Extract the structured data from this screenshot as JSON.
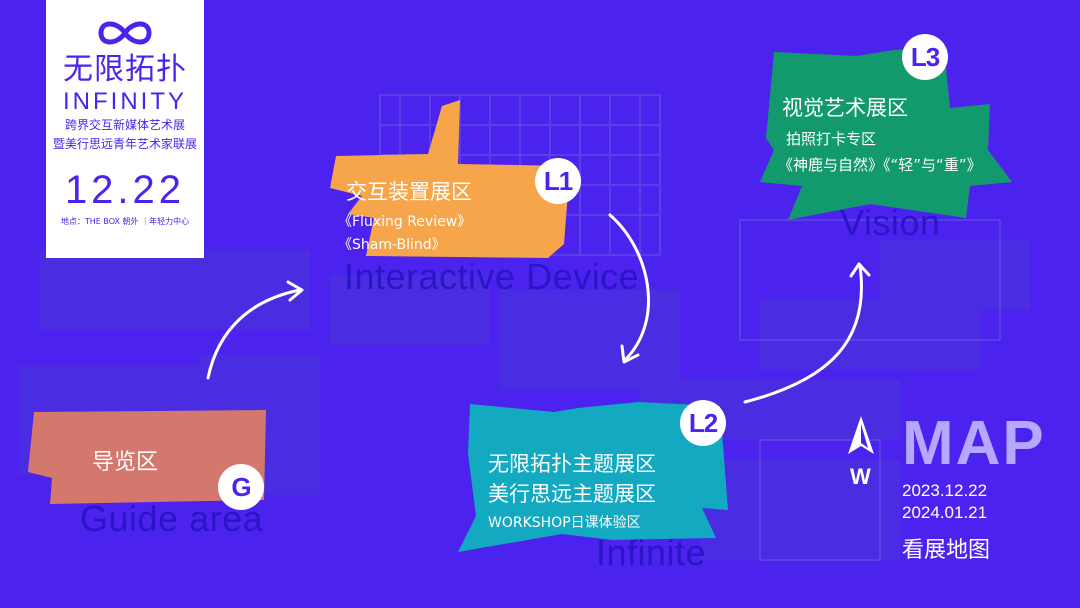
{
  "header": {
    "cn_title": "无限拓扑",
    "en_title": "INFINITY",
    "subtitle_1": "跨界交互新媒体艺术展",
    "subtitle_2": "暨美行思远青年艺术家联展",
    "date": "12.22",
    "venue": "地点：THE BOX 朝外 ｜年轻力中心"
  },
  "zones": {
    "guide": {
      "cn": "导览区",
      "en": "Guide area",
      "badge": "G",
      "color": "#d4786d"
    },
    "interactive": {
      "cn": "交互装置展区",
      "works_1": "《Fluxing Review》",
      "works_2": "《Sham-Blind》",
      "en": "Interactive Device",
      "badge": "L1",
      "color": "#f7a54a"
    },
    "infinite": {
      "cn_1": "无限拓扑主题展区",
      "cn_2": "美行思远主题展区",
      "workshop": "WORKSHOP日课体验区",
      "en": "Infinite",
      "badge": "L2",
      "color": "#12a9c1"
    },
    "vision": {
      "cn": "视觉艺术展区",
      "sub": "拍照打卡专区",
      "works": "《神鹿与自然》《“轻”与“重”》",
      "en": "Vision",
      "badge": "L3",
      "color": "#129a6e"
    }
  },
  "map": {
    "title": "MAP",
    "date_start": "2023.12.22",
    "date_end": "2024.01.21",
    "cn": "看展地图",
    "compass_letter": "W"
  },
  "colors": {
    "background": "#4b22ee",
    "label_blue": "#2a16c6",
    "map_text": "#b4a8ff"
  }
}
